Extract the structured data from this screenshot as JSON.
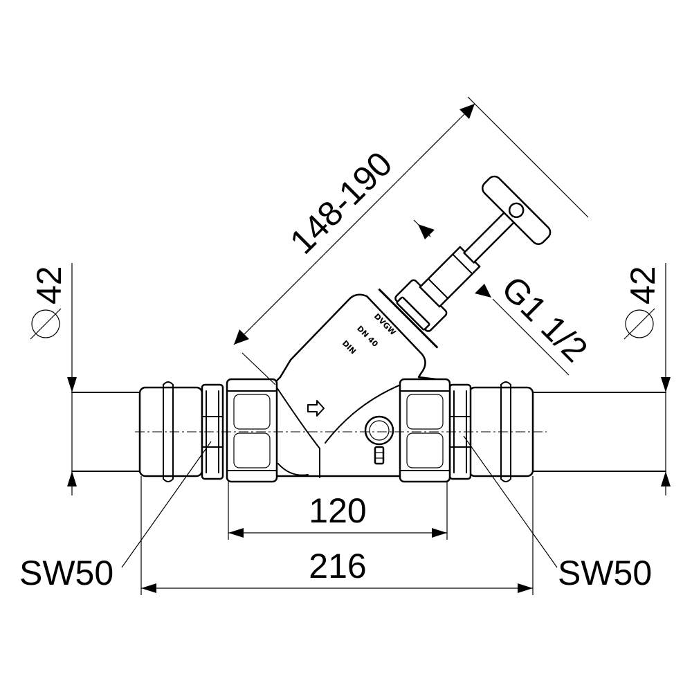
{
  "dimensions": {
    "diagonal_height": "148-190",
    "thread": "G1 1/2",
    "diameter_left": "42",
    "diameter_right": "42",
    "body_length": "120",
    "overall_length": "216",
    "wrench_left": "SW50",
    "wrench_right": "SW50"
  },
  "body_markings": {
    "line1": "DVGW",
    "line2": "DN 40",
    "line3": "DIN"
  },
  "colors": {
    "line": "#000000",
    "background": "#ffffff"
  }
}
